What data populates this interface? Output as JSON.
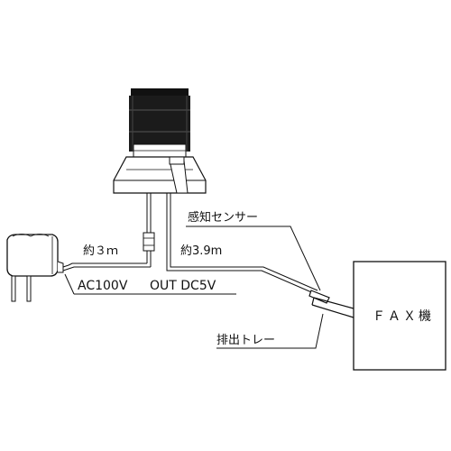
{
  "labels": {
    "cable_length_left": "約３ｍ",
    "cable_length_right": "約3.9m",
    "input_voltage": "AC100V",
    "output_voltage": "OUT DC5V",
    "sensor": "感知センサー",
    "tray": "排出トレー",
    "fax": "ＦＡＸ機"
  }
}
